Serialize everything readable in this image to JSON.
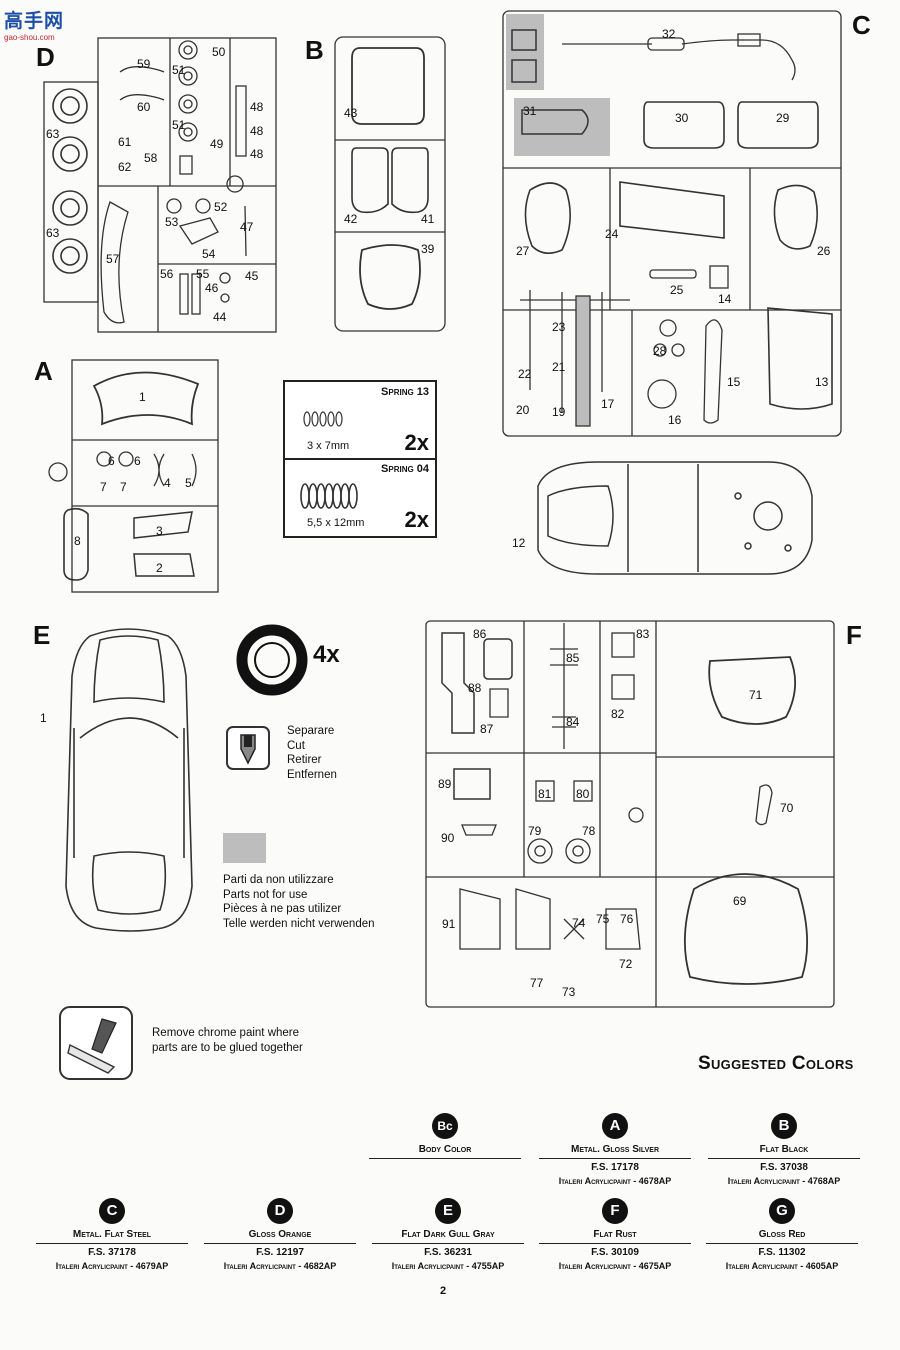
{
  "logo": {
    "main": "高手网",
    "sub": "gao-shou.com"
  },
  "sprues": {
    "D": {
      "letter": "D",
      "parts": [
        "59",
        "60",
        "50",
        "51",
        "51",
        "49",
        "48",
        "48",
        "48",
        "63",
        "63",
        "61",
        "62",
        "58",
        "53",
        "52",
        "47",
        "57",
        "54",
        "56",
        "55",
        "46",
        "45",
        "44"
      ]
    },
    "B": {
      "letter": "B",
      "parts": [
        "43",
        "42",
        "41",
        "39"
      ]
    },
    "C": {
      "letter": "C",
      "parts": [
        "31",
        "32",
        "30",
        "29",
        "27",
        "24",
        "26",
        "25",
        "14",
        "23",
        "28",
        "21",
        "22",
        "20",
        "19",
        "17",
        "16",
        "15",
        "13",
        "12"
      ]
    },
    "A": {
      "letter": "A",
      "parts": [
        "1",
        "6",
        "6",
        "7",
        "7",
        "4",
        "5",
        "8",
        "3",
        "2"
      ]
    },
    "E": {
      "letter": "E",
      "parts": [
        "1"
      ]
    },
    "F": {
      "letter": "F",
      "parts": [
        "86",
        "85",
        "83",
        "88",
        "87",
        "84",
        "82",
        "71",
        "89",
        "81",
        "80",
        "90",
        "79",
        "78",
        "70",
        "91",
        "74",
        "75",
        "76",
        "69",
        "77",
        "72",
        "73"
      ]
    }
  },
  "springs": [
    {
      "label": "Spring 13",
      "dim": "3 x 7mm",
      "qty": "2x"
    },
    {
      "label": "Spring 04",
      "dim": "5,5 x 12mm",
      "qty": "2x"
    }
  ],
  "tire_qty": "4x",
  "legend": {
    "cut": [
      "Separare",
      "Cut",
      "Retirer",
      "Entfernen"
    ],
    "not_used": [
      "Parti da non utilizzare",
      "Parts not for use",
      "Pièces à ne pas utilizer",
      "Telle werden nicht verwenden"
    ],
    "chrome": [
      "Remove chrome paint where",
      "parts are to be glued together"
    ]
  },
  "suggested_colors_title": "Suggested Colors",
  "colors": [
    {
      "code": "Bc",
      "name": "Body Color",
      "fs": "",
      "acrylic": ""
    },
    {
      "code": "A",
      "name": "Metal. Gloss Silver",
      "fs": "F.S. 17178",
      "acrylic": "Italeri Acrylicpaint - 4678AP"
    },
    {
      "code": "B",
      "name": "Flat Black",
      "fs": "F.S. 37038",
      "acrylic": "Italeri Acrylicpaint - 4768AP"
    },
    {
      "code": "C",
      "name": "Metal. Flat Steel",
      "fs": "F.S. 37178",
      "acrylic": "Italeri Acrylicpaint - 4679AP"
    },
    {
      "code": "D",
      "name": "Gloss Orange",
      "fs": "F.S. 12197",
      "acrylic": "Italeri Acrylicpaint - 4682AP"
    },
    {
      "code": "E",
      "name": "Flat Dark Gull Gray",
      "fs": "F.S. 36231",
      "acrylic": "Italeri Acrylicpaint - 4755AP"
    },
    {
      "code": "F",
      "name": "Flat Rust",
      "fs": "F.S. 30109",
      "acrylic": "Italeri Acrylicpaint - 4675AP"
    },
    {
      "code": "G",
      "name": "Gloss Red",
      "fs": "F.S. 11302",
      "acrylic": "Italeri Acrylicpaint - 4605AP"
    }
  ],
  "page_number": "2",
  "style": {
    "ink": "#222222",
    "grey_fill": "#bdbdbd",
    "logo_blue": "#1d4fa8",
    "logo_red": "#c0262c"
  }
}
